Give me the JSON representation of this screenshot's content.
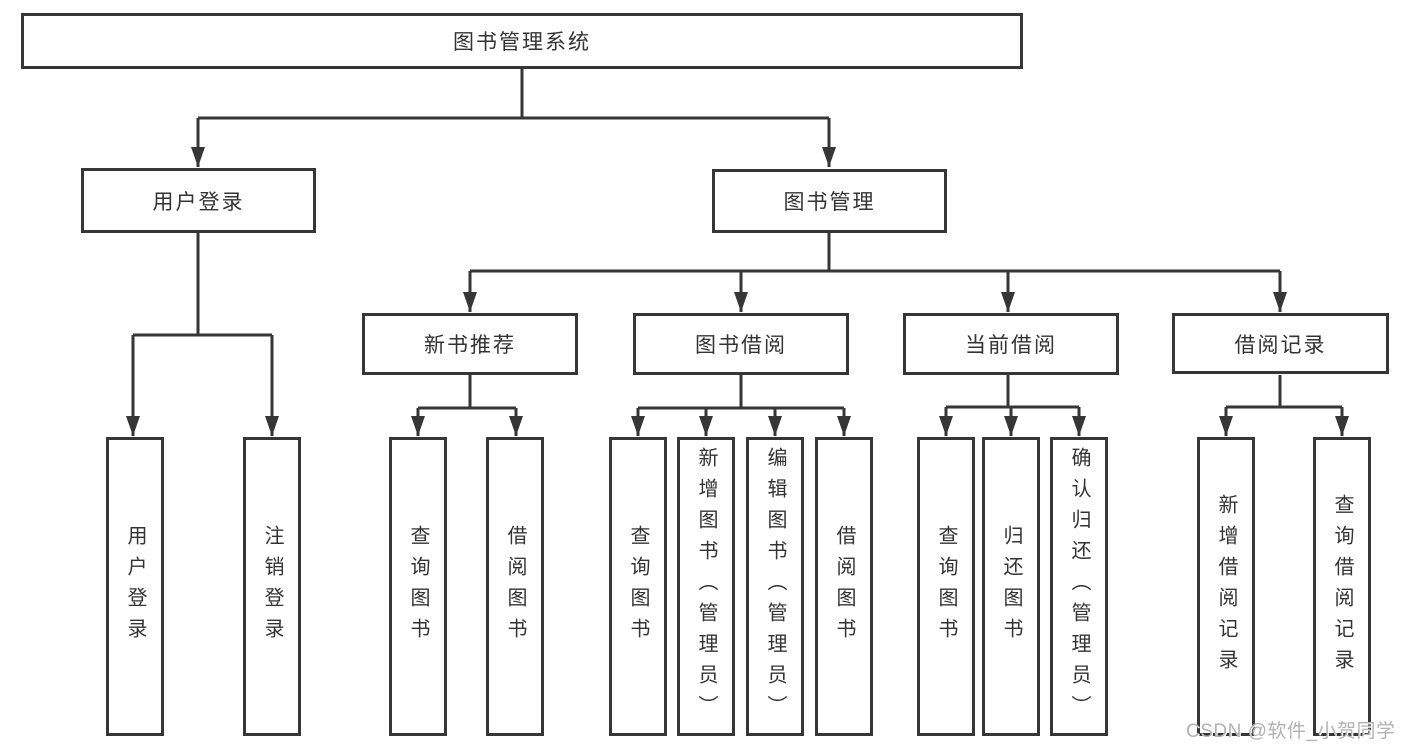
{
  "diagram": {
    "title_node": {
      "label": "图书管理系统"
    },
    "level2": [
      {
        "label": "用户登录"
      },
      {
        "label": "图书管理"
      }
    ],
    "level3": [
      {
        "label": "新书推荐",
        "parent": "图书管理"
      },
      {
        "label": "图书借阅",
        "parent": "图书管理"
      },
      {
        "label": "当前借阅",
        "parent": "图书管理"
      },
      {
        "label": "借阅记录",
        "parent": "图书管理"
      }
    ],
    "leaves": [
      {
        "label": "用户登录",
        "parent": "用户登录"
      },
      {
        "label": "注销登录",
        "parent": "用户登录"
      },
      {
        "label": "查询图书",
        "parent": "新书推荐"
      },
      {
        "label": "借阅图书",
        "parent": "新书推荐"
      },
      {
        "label": "查询图书",
        "parent": "图书借阅"
      },
      {
        "label": "新增图书（管理员）",
        "parent": "图书借阅"
      },
      {
        "label": "编辑图书（管理员）",
        "parent": "图书借阅"
      },
      {
        "label": "借阅图书",
        "parent": "图书借阅"
      },
      {
        "label": "查询图书",
        "parent": "当前借阅"
      },
      {
        "label": "归还图书",
        "parent": "当前借阅"
      },
      {
        "label": "确认归还（管理员）",
        "parent": "当前借阅"
      },
      {
        "label": "新增借阅记录",
        "parent": "借阅记录"
      },
      {
        "label": "查询借阅记录",
        "parent": "借阅记录"
      }
    ],
    "colors": {
      "line": "#363636",
      "text": "#333333",
      "background": "#ffffff",
      "watermark": "#b2b2b2"
    }
  },
  "watermark": {
    "text": "CSDN @软件_小贺同学"
  }
}
